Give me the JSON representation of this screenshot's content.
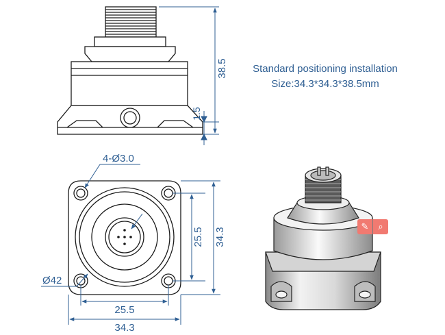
{
  "caption": {
    "line1": "Standard positioning installation",
    "line2": "Size:34.3*34.3*38.5mm"
  },
  "dimensions": {
    "height_total": "38.5",
    "base_thickness": "1.5",
    "hole_spec": "4-Ø3.0",
    "body_diameter": "Ø42",
    "hole_spacing_vertical": "25.5",
    "overall_vertical": "34.3",
    "hole_spacing_horizontal": "25.5",
    "overall_horizontal": "34.3"
  },
  "toolbar": {
    "edit_icon": "✎",
    "search_icon": "⌕"
  },
  "colors": {
    "line": "#1a1a1a",
    "dimension": "#2f5f93",
    "caption": "#2f5f93",
    "tool_bg": "#f17a71"
  }
}
